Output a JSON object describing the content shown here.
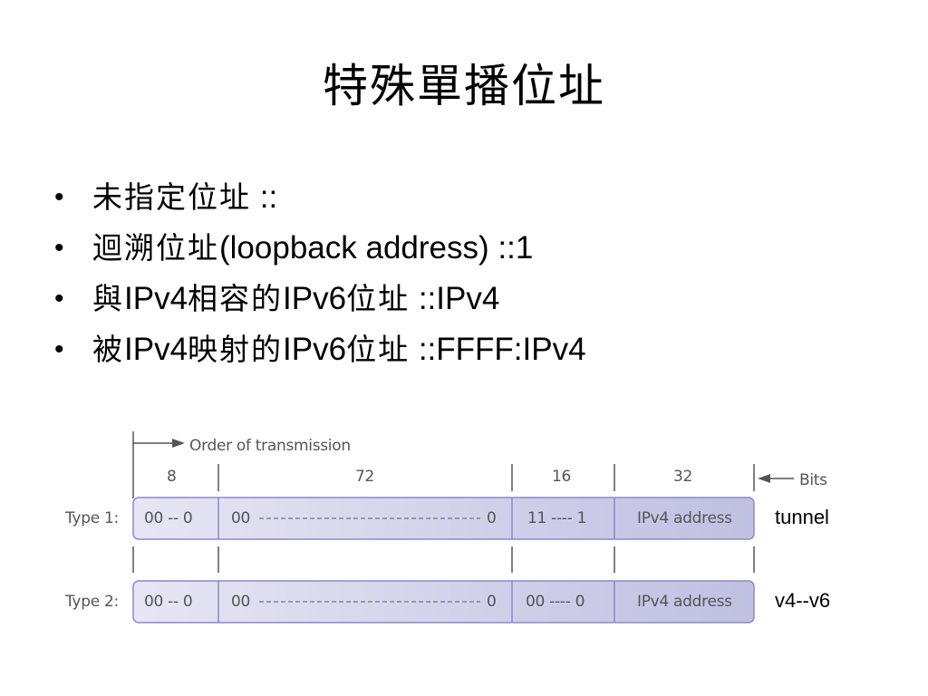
{
  "slide": {
    "title": "特殊單播位址"
  },
  "bullets": [
    {
      "dot": "•",
      "parts": [
        "未指定位址",
        " ::"
      ]
    },
    {
      "dot": "•",
      "parts": [
        "迴溯位址",
        "(loopback address) ::1"
      ]
    },
    {
      "dot": "•",
      "parts": [
        "與",
        "IPv4",
        "相容的",
        "IPv6",
        "位址",
        " ::IPv4"
      ]
    },
    {
      "dot": "•",
      "parts": [
        "被",
        "IPv4",
        "映射的",
        "IPv6",
        "位址",
        " ::FFFF:IPv4"
      ]
    }
  ],
  "diagram": {
    "order_label": "Order of transmission",
    "bits_label": "Bits",
    "field_bits": [
      "8",
      "72",
      "16",
      "32"
    ],
    "rows": [
      {
        "label": "Type 1:",
        "cells": [
          "00 -- 0",
          "00",
          "0",
          "11 ---- 1",
          "IPv4 address"
        ],
        "side_label": "tunnel"
      },
      {
        "label": "Type 2:",
        "cells": [
          "00 -- 0",
          "00",
          "0",
          "00 ---- 0",
          "IPv4 address"
        ],
        "side_label": "v4--v6"
      }
    ],
    "colors": {
      "cell_fill_left": "#dcdcf0",
      "cell_fill_right": "#c4c4e4",
      "cell_stroke": "#8a8ac8",
      "line": "#555555"
    }
  }
}
